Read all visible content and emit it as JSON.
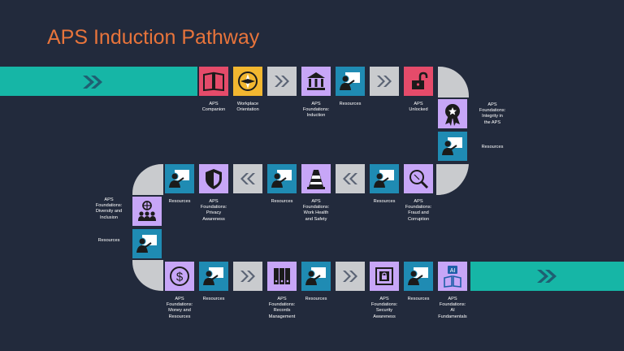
{
  "title": "APS Induction Pathway",
  "colors": {
    "background": "#222a3c",
    "title": "#e8743b",
    "band": "#16b6a6",
    "connector": "#c9cbce",
    "red": "#e54b6a",
    "yellow": "#f2b730",
    "lavender": "#c7a6f7",
    "blue": "#1f8bb3"
  },
  "row1": {
    "aps_companion": "APS\nCompanion",
    "workplace_orientation": "Workplace\nOrientation",
    "foundations_induction": "APS\nFoundations:\nInduction",
    "resources": "Resources",
    "aps_unlocked": "APS\nUnlocked"
  },
  "right": {
    "integrity": "APS\nFoundations:\nIntegrity in\nthe APS",
    "resources": "Resources"
  },
  "row2": {
    "resources_a": "Resources",
    "privacy": "APS\nFoundations:\nPrivacy\nAwareness",
    "resources_b": "Resources",
    "whs": "APS\nFoundations:\nWork Health\nand Safety",
    "resources_c": "Resources",
    "fraud": "APS\nFoundations:\nFraud and\nCorruption"
  },
  "left": {
    "diversity": "APS\nFoundations:\nDiversity and\nInclusion",
    "resources": "Resources"
  },
  "row3": {
    "money": "APS\nFoundations:\nMoney and\nResources",
    "resources_a": "Resources",
    "records": "APS\nFoundations:\nRecords\nManagement",
    "resources_b": "Resources",
    "security": "APS\nFoundations:\nSecurity\nAwareness",
    "resources_c": "Resources",
    "ai": "APS\nFoundations:\nAI\nFundamentals"
  },
  "icons": {
    "companion": "book-icon",
    "orientation": "compass-icon",
    "induction": "building-icon",
    "resources": "presenter-icon",
    "unlocked": "unlock-icon",
    "integrity": "rosette-icon",
    "privacy": "shield-icon",
    "whs": "traffic-cone-icon",
    "fraud": "magnifier-icon",
    "diversity": "people-globe-icon",
    "money": "dollar-icon",
    "records": "files-icon",
    "security": "safe-icon",
    "ai": "ai-book-icon",
    "forward": "double-chevron-right-icon",
    "back": "double-chevron-left-icon"
  }
}
